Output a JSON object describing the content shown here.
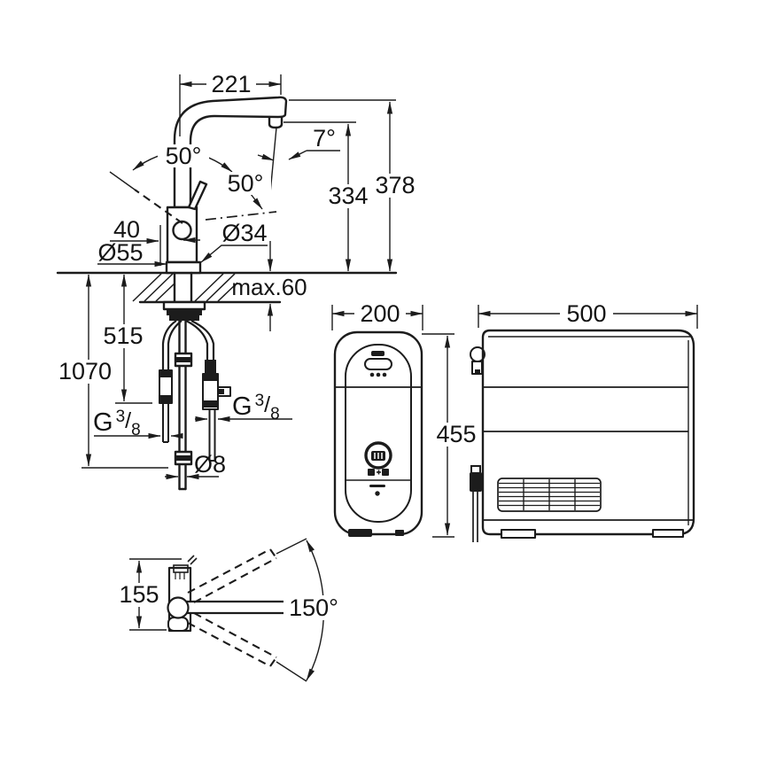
{
  "labels": {
    "faucet_front": {
      "spout_reach": "221",
      "aerator_angle": "7°",
      "lever_angle_up": "50°",
      "lever_angle_front": "50°",
      "height_to_outlet": "334",
      "height_total": "378",
      "lever_offset": "40",
      "body_diameter": "Ø34",
      "base_diameter": "Ø55",
      "max_counter_thickness": "max.60",
      "hose_length_short": "515",
      "hose_length_total": "1070",
      "hose_diameter": "Ø8",
      "thread_left": {
        "prefix": "G",
        "numerator": "3",
        "slash": "/",
        "denominator": "8"
      },
      "thread_right": {
        "prefix": "G",
        "numerator": "3",
        "slash": "/",
        "denominator": "8"
      }
    },
    "filter_front": {
      "width": "200",
      "height": "455"
    },
    "filter_side": {
      "depth": "500"
    },
    "faucet_top": {
      "body_height": "155",
      "swivel_angle": "150°"
    }
  },
  "colors": {
    "line": "#1c1c1c",
    "background": "#ffffff"
  }
}
